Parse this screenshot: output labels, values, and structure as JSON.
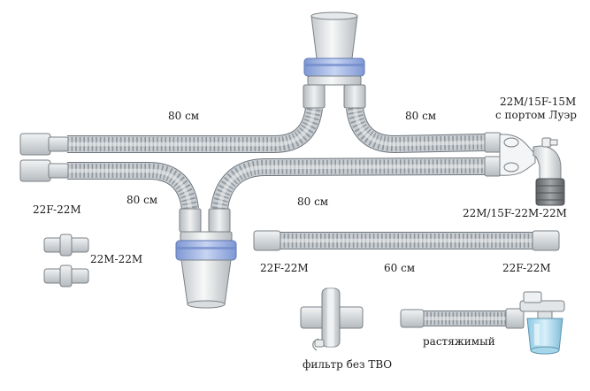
{
  "labels": {
    "len_upper_left": "80 см",
    "len_upper_right": "80 см",
    "len_lower_left": "80 см",
    "len_lower_right": "80 см",
    "len_short_tube": "60 см",
    "conn_patient_top_1": "22M/15F-15M",
    "conn_patient_top_2": "с портом Луэр",
    "conn_patient_bottom": "22M/15F-22M-22M",
    "conn_machine": "22F-22M",
    "conn_adapter": "22M-22M",
    "conn_short_left": "22F-22M",
    "conn_short_right": "22F-22M",
    "filter": "фильтр без ТВО",
    "extendable": "растяжимый"
  },
  "colors": {
    "tube": "#c9ced2",
    "tube_rib": "#8e959b",
    "tube_outline": "#6f767c",
    "cuff": "#dfe2e4",
    "band": "#9fb4e6",
    "band_dark": "#6d87c7",
    "dark_part": "#7d8083"
  }
}
